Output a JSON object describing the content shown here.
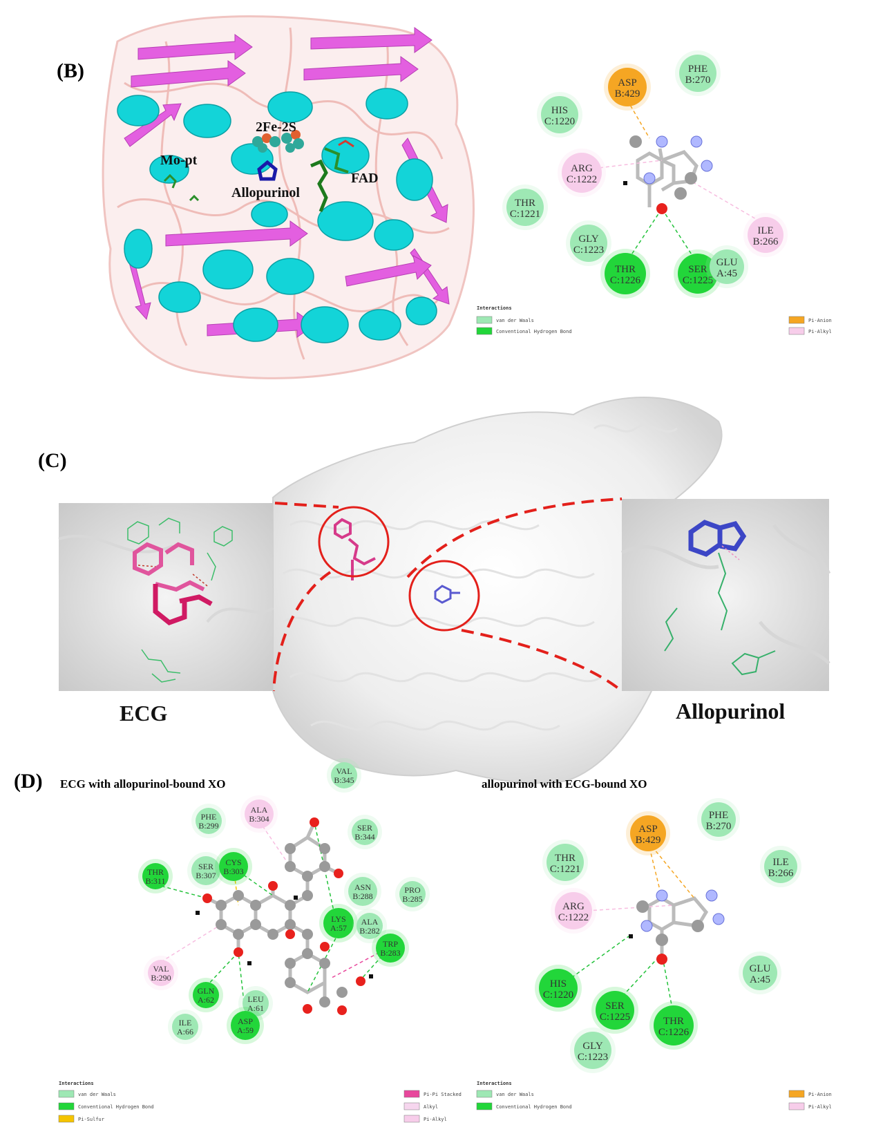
{
  "panels": {
    "B": {
      "label": "(B)",
      "protein_labels": [
        {
          "key": "2fe2s",
          "text": "2Fe-2S"
        },
        {
          "key": "mopt",
          "text": "Mo-pt"
        },
        {
          "key": "allo",
          "text": "Allopurinol"
        },
        {
          "key": "fad",
          "text": "FAD"
        }
      ],
      "residues": [
        {
          "name": "PHE",
          "id": "B:270",
          "type": "vdw"
        },
        {
          "name": "ASP",
          "id": "B:429",
          "type": "pi-anion"
        },
        {
          "name": "HIS",
          "id": "C:1220",
          "type": "vdw"
        },
        {
          "name": "ARG",
          "id": "C:1222",
          "type": "pi-alkyl"
        },
        {
          "name": "THR",
          "id": "C:1221",
          "type": "vdw"
        },
        {
          "name": "GLY",
          "id": "C:1223",
          "type": "vdw"
        },
        {
          "name": "ILE",
          "id": "B:266",
          "type": "pi-alkyl"
        },
        {
          "name": "THR",
          "id": "C:1226",
          "type": "hbond"
        },
        {
          "name": "SER",
          "id": "C:1225",
          "type": "hbond"
        },
        {
          "name": "GLU",
          "id": "A:45",
          "type": "vdw"
        }
      ],
      "legend": {
        "title": "Interactions",
        "left": [
          "van der Waals",
          "Conventional Hydrogen Bond"
        ],
        "right": [
          "Pi-Anion",
          "Pi-Alkyl"
        ]
      }
    },
    "C": {
      "label": "(C)",
      "left_caption": "ECG",
      "right_caption": "Allopurinol"
    },
    "D": {
      "label": "(D)",
      "left_title": "ECG  with allopurinol-bound XO",
      "right_title": "allopurinol  with ECG-bound XO",
      "left_residues": [
        {
          "name": "VAL",
          "id": "B:345",
          "type": "vdw"
        },
        {
          "name": "PHE",
          "id": "B:299",
          "type": "vdw"
        },
        {
          "name": "ALA",
          "id": "B:304",
          "type": "pi-alkyl"
        },
        {
          "name": "SER",
          "id": "B:344",
          "type": "vdw"
        },
        {
          "name": "THR",
          "id": "B:311",
          "type": "hbond"
        },
        {
          "name": "SER",
          "id": "B:307",
          "type": "vdw"
        },
        {
          "name": "CYS",
          "id": "B:303",
          "type": "hbond"
        },
        {
          "name": "ASN",
          "id": "B:288",
          "type": "vdw"
        },
        {
          "name": "PRO",
          "id": "B:285",
          "type": "vdw"
        },
        {
          "name": "LYS",
          "id": "A:57",
          "type": "hbond"
        },
        {
          "name": "ALA",
          "id": "B:282",
          "type": "vdw"
        },
        {
          "name": "TRP",
          "id": "B:283",
          "type": "hbond"
        },
        {
          "name": "VAL",
          "id": "B:290",
          "type": "pi-alkyl"
        },
        {
          "name": "GLN",
          "id": "A:62",
          "type": "hbond"
        },
        {
          "name": "LEU",
          "id": "A:61",
          "type": "vdw"
        },
        {
          "name": "ILE",
          "id": "A:66",
          "type": "vdw"
        },
        {
          "name": "ASP",
          "id": "A:59",
          "type": "hbond"
        }
      ],
      "right_residues": [
        {
          "name": "PHE",
          "id": "B:270",
          "type": "vdw"
        },
        {
          "name": "ASP",
          "id": "B:429",
          "type": "pi-anion"
        },
        {
          "name": "THR",
          "id": "C:1221",
          "type": "vdw"
        },
        {
          "name": "ILE",
          "id": "B:266",
          "type": "vdw"
        },
        {
          "name": "ARG",
          "id": "C:1222",
          "type": "pi-alkyl"
        },
        {
          "name": "HIS",
          "id": "C:1220",
          "type": "hbond"
        },
        {
          "name": "SER",
          "id": "C:1225",
          "type": "hbond"
        },
        {
          "name": "THR",
          "id": "C:1226",
          "type": "hbond"
        },
        {
          "name": "GLU",
          "id": "A:45",
          "type": "vdw"
        },
        {
          "name": "GLY",
          "id": "C:1223",
          "type": "vdw"
        }
      ],
      "legend_left": {
        "title": "Interactions",
        "col1": [
          "van der Waals",
          "Conventional Hydrogen Bond",
          "Pi-Sulfur"
        ],
        "col2": [
          "Pi-Pi Stacked",
          "Alkyl",
          "Pi-Alkyl"
        ]
      },
      "legend_right": {
        "title": "Interactions",
        "col1": [
          "van der Waals",
          "Conventional Hydrogen Bond"
        ],
        "col2": [
          "Pi-Anion",
          "Pi-Alkyl"
        ]
      }
    }
  },
  "colors": {
    "vdw": "#9ee8b4",
    "hbond": "#22d63a",
    "pi-anion": "#f5a623",
    "pi-alkyl": "#f7cdea",
    "pi-sulfur": "#f5c400",
    "pi-pi": "#e8479c",
    "alkyl": "#f6d6ee",
    "helix": "#13d4d8",
    "sheet": "#e35fe0",
    "coil": "#f2c6c3",
    "cutline": "#e3201b"
  }
}
